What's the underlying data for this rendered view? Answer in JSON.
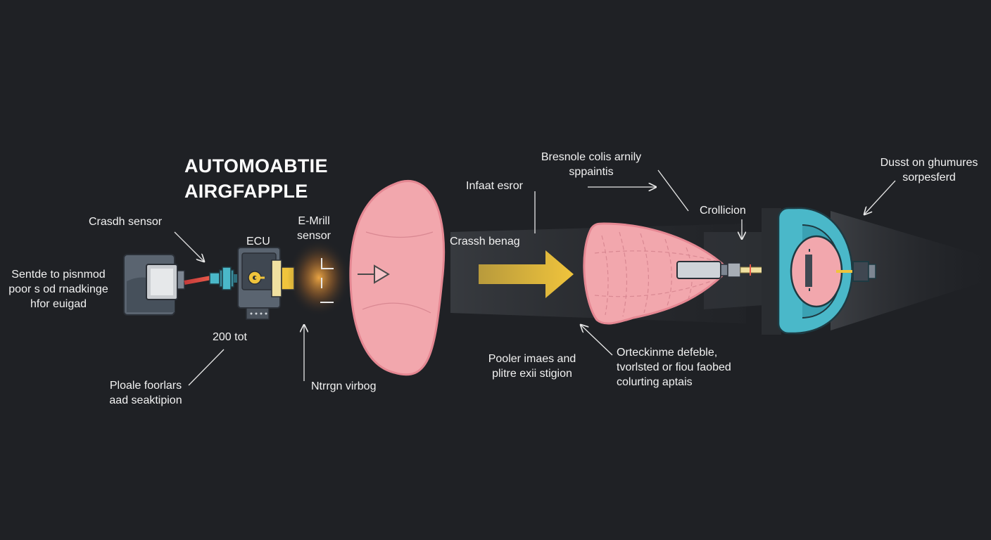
{
  "title": [
    "AUTOMOABTIE",
    "AIRGFAPPLE"
  ],
  "labels": {
    "crash_sensor": "Crasdh sensor",
    "sentde": [
      "Sentde to pisnmod",
      "poor s od rnadkinge",
      "hfor euigad"
    ],
    "ecu": "ECU",
    "emrill_sensor": [
      "E-Mrill",
      "sensor"
    ],
    "two_hundred": "200 tot",
    "ploale": [
      "Ploale foorlars",
      "aad seaktipion"
    ],
    "nitrogen": "Ntrrgn virbog",
    "infaat": "Infaat esror",
    "crassh_benag": "Crassh benag",
    "bresnole": [
      "Bresnole colis arnily",
      "sppaintis"
    ],
    "crollicion": "Crollicion",
    "dusst": [
      "Dusst on ghumures",
      "sorpesferd"
    ],
    "pooler": [
      "Pooler imaes and",
      "plitre exii stigion"
    ],
    "orteckinme": [
      "Orteckinme defeble,",
      "tvorlsted or fiou faobed",
      "colurting aptais"
    ]
  },
  "colors": {
    "background": "#1f2125",
    "airbag_pink": "#f2a7ad",
    "airbag_outline": "#e58792",
    "arrow_yellow": "#f0c43c",
    "cyan": "#4ab8c9",
    "module_gray": "#5a6470",
    "label_text": "#f2f2f2"
  }
}
